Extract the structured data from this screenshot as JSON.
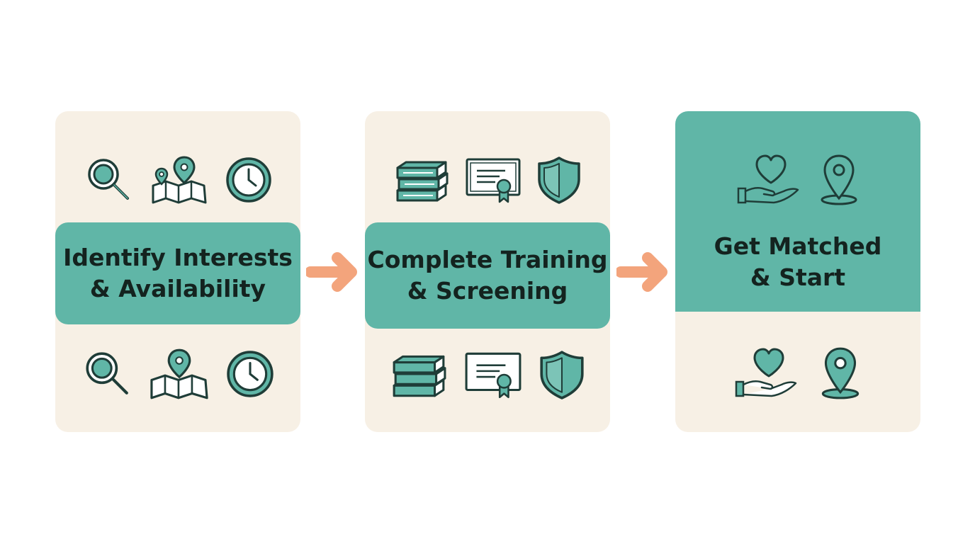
{
  "steps": [
    {
      "line1": "Identify Interests",
      "line2": "& Availability",
      "icons": [
        "magnifier-icon",
        "map-pin-icon",
        "clock-icon"
      ]
    },
    {
      "line1": "Complete Training",
      "line2": "& Screening",
      "icons": [
        "books-icon",
        "certificate-icon",
        "shield-icon"
      ]
    },
    {
      "line1": "Get Matched",
      "line2": "& Start",
      "icons": [
        "heart-hand-icon",
        "location-pin-icon"
      ]
    }
  ],
  "colors": {
    "panel": "#f7f0e5",
    "teal": "#60b6a7",
    "arrow": "#f3a47c",
    "stroke": "#1f3d38"
  }
}
